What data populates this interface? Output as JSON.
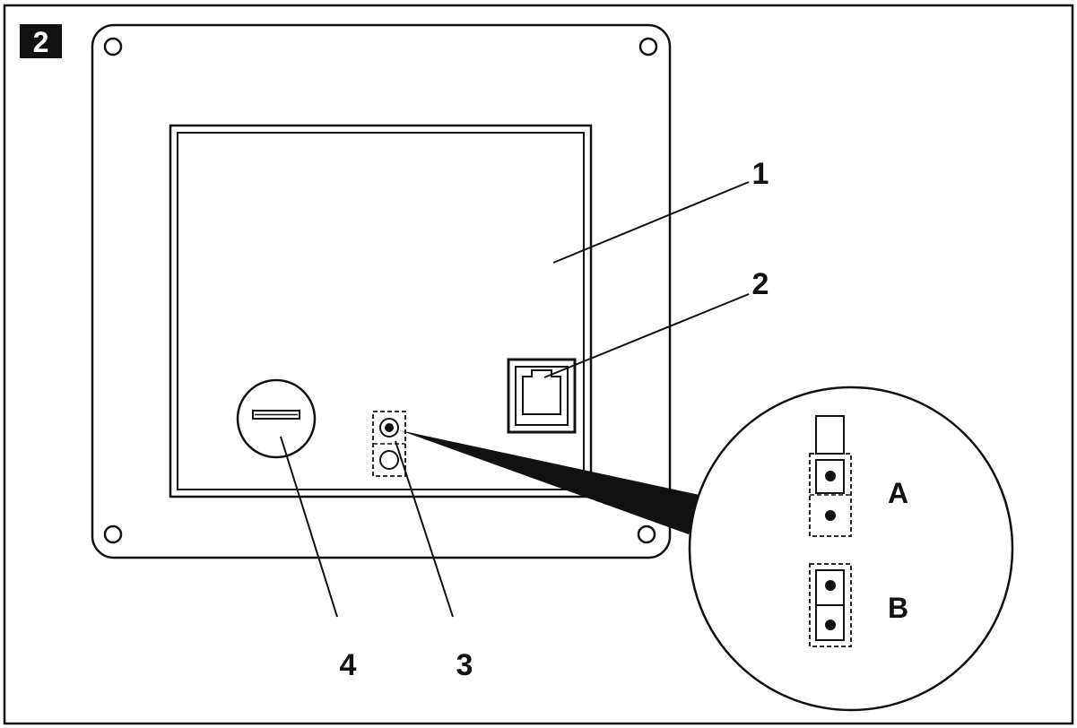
{
  "figure": {
    "number": "2"
  },
  "callouts": [
    {
      "id": "1",
      "label": "1"
    },
    {
      "id": "2",
      "label": "2"
    },
    {
      "id": "3",
      "label": "3"
    },
    {
      "id": "4",
      "label": "4"
    }
  ],
  "detail": {
    "position_a": "A",
    "position_b": "B"
  },
  "colors": {
    "ink": "#111111",
    "background": "#ffffff"
  }
}
